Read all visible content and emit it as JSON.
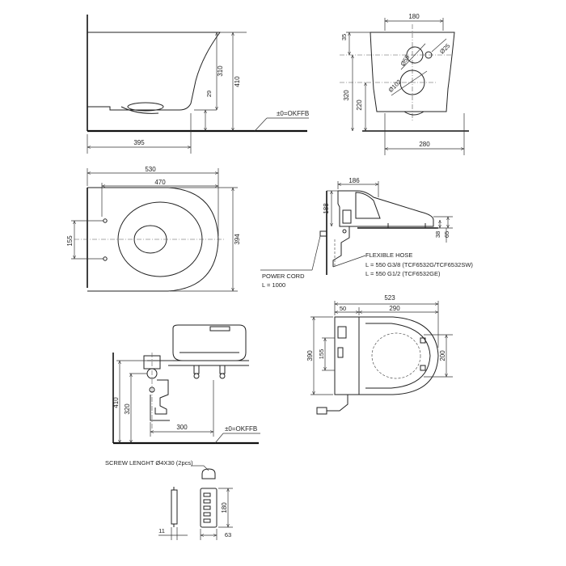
{
  "drawing": {
    "floor_label": "±0=OKFFB",
    "side_view": {
      "width": "395",
      "height": "410",
      "rim": "310",
      "height_small": "29"
    },
    "front_view": {
      "width": "180",
      "top_offset": "35",
      "hole_a": "Ø55",
      "hole_b": "Ø25",
      "outlet": "Ø102",
      "height_a": "320",
      "height_b": "220",
      "base_width": "280"
    },
    "plan_view": {
      "outer_width": "530",
      "inner_width": "470",
      "fixing": "155",
      "depth": "394"
    },
    "seat_side": {
      "width": "186",
      "height": "188",
      "h_a": "38",
      "h_b": "65"
    },
    "hose": {
      "title": "FLEXIBLE HOSE",
      "line1": "L = 550 G3/8 (TCF6532G/TCF6532SW)",
      "line2": "L = 550 G1/2 (TCF6532GE)"
    },
    "power": {
      "title": "POWER CORD",
      "length": "L = 1000"
    },
    "seat_plan": {
      "total": "523",
      "left": "50",
      "body": "290",
      "depth": "390",
      "inner": "155",
      "width": "200"
    },
    "install": {
      "h1": "410",
      "h2": "320",
      "distance": "300"
    },
    "screw": {
      "label": "SCREW LENGHT Ø4X30 (2pcs)"
    },
    "remote": {
      "depth": "11",
      "height": "180",
      "width": "63"
    }
  }
}
